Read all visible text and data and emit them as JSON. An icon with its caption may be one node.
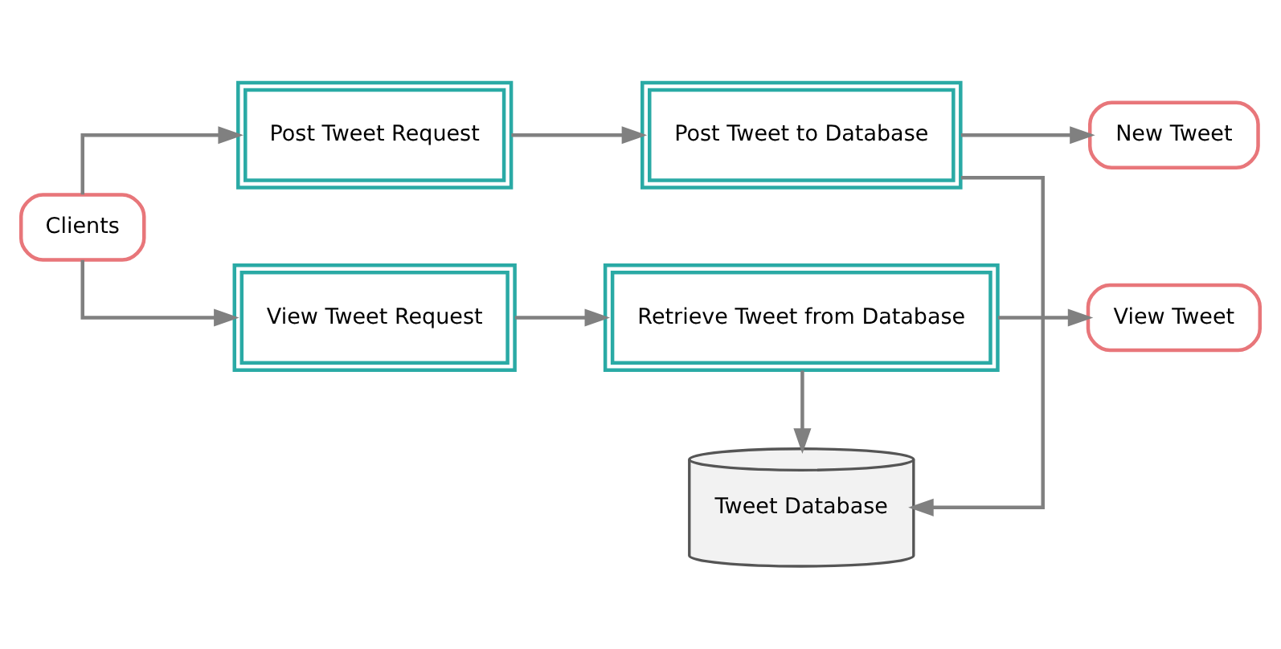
{
  "diagram": {
    "nodes": [
      {
        "text": [
          "Clients"
        ]
      },
      {
        "text": [
          "Post Tweet Request"
        ]
      },
      {
        "text": [
          "Post Tweet to Database"
        ]
      },
      {
        "text": [
          "New Tweet"
        ]
      },
      {
        "text": [
          "Tweet Database"
        ]
      },
      {
        "text": [
          "View Tweet Request"
        ]
      },
      {
        "text": [
          "Retrieve Tweet from Database"
        ]
      },
      {
        "text": [
          "View Tweet"
        ]
      }
    ],
    "edges": [
      {
        "from": 0,
        "to": 1,
        "arrow": "to"
      },
      {
        "from": 0,
        "to": 5,
        "arrow": "to"
      },
      {
        "from": 1,
        "to": 2,
        "arrow": "to"
      },
      {
        "from": 2,
        "to": 3,
        "arrow": "to"
      },
      {
        "from": 2,
        "to": 4,
        "arrow": "to"
      },
      {
        "from": 6,
        "to": 4,
        "arrow": "to"
      },
      {
        "from": 5,
        "to": 6,
        "arrow": "to"
      },
      {
        "from": 6,
        "to": 7,
        "arrow": "to"
      }
    ]
  }
}
